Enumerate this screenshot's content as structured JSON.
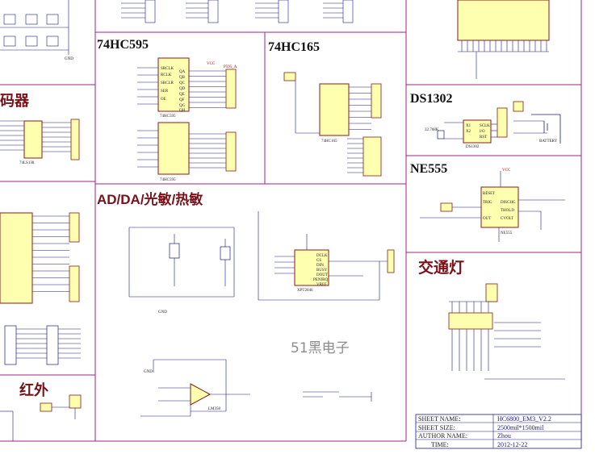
{
  "sections": {
    "hc595": "74HC595",
    "hc165": "74HC165",
    "ds1302": "DS1302",
    "ne555": "NE555",
    "adda": "AD/DA/光敏/热敏",
    "traffic": "交通灯",
    "infrared": "红外",
    "decoder_partial": "码器"
  },
  "watermark": "51黑电子",
  "title_block": {
    "sheet_label": "SHEET NAME:",
    "sheet_value": "HC6800_EM3_V2.2",
    "size_label": "SHEET SIZE:",
    "size_value": "2500mil*1500mil",
    "author_label": "AUTHOR NAME:",
    "author_value": "Zhou",
    "time_label": "TIME:",
    "time_value": "2012-12-22"
  },
  "parts": {
    "ic_595_top": "74HC595",
    "ic_595_bot": "74HC595",
    "ic_165": "74HC165",
    "ic_ds1302": "DS1302",
    "ic_ne555": "NE555",
    "ic_pcf": "XPT2046",
    "ic_lm358": "LM358",
    "crystal": "32.768K",
    "battery": "BATTERY",
    "p595": "P595_A",
    "hc138": "74LS138",
    "gnd": "GND",
    "vcc": "VCC"
  },
  "pin_labels": {
    "qa": "QA",
    "qb": "QB",
    "qc": "QC",
    "qd": "QD",
    "qe": "QE",
    "qf": "QF",
    "qg": "QG",
    "qh": "QH",
    "ser": "SER",
    "srclk": "SRCLK",
    "rclk": "RCLK",
    "oe": "OE",
    "srclr": "SRCLR",
    "sclk": "SCLK",
    "io": "I/O",
    "rst": "RST",
    "x1": "X1",
    "x2": "X2",
    "reset": "RESET",
    "trig": "TRIG",
    "thold": "THOLD",
    "out": "OUT",
    "disch": "DISCHG",
    "cvolt": "CVOLT",
    "dclk": "DCLK",
    "cs": "CS",
    "din": "DIN",
    "dout": "DOUT",
    "busy": "BUSY",
    "penirq": "PENIRQ",
    "vref": "VREF"
  }
}
